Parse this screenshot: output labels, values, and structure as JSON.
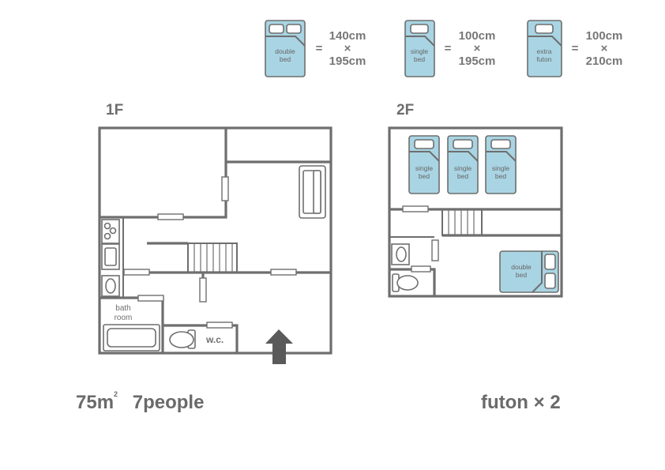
{
  "legend": [
    {
      "label_line1": "double",
      "label_line2": "bed",
      "width": "140cm",
      "times": "×",
      "length": "195cm"
    },
    {
      "label_line1": "single",
      "label_line2": "bed",
      "width": "100cm",
      "times": "×",
      "length": "195cm"
    },
    {
      "label_line1": "extra",
      "label_line2": "futon",
      "width": "100cm",
      "times": "×",
      "length": "210cm"
    }
  ],
  "equals": "=",
  "floor1": {
    "label": "1F",
    "bath_line1": "bath",
    "bath_line2": "room",
    "wc": "w.c."
  },
  "floor2": {
    "label": "2F",
    "single_line1": "single",
    "single_line2": "bed",
    "double_line1": "double",
    "double_line2": "bed"
  },
  "footer": {
    "area_number": "75",
    "area_unit": "m",
    "area_sup": "2",
    "people": "7people",
    "futon": "futon × 2"
  },
  "colors": {
    "bed": "#a9d4e3",
    "wall": "#6e6e6e"
  },
  "icons": [
    "entrance-arrow-icon",
    "sofa-icon",
    "toilet-icon",
    "bathtub-icon",
    "sink-icon",
    "stove-icon"
  ]
}
